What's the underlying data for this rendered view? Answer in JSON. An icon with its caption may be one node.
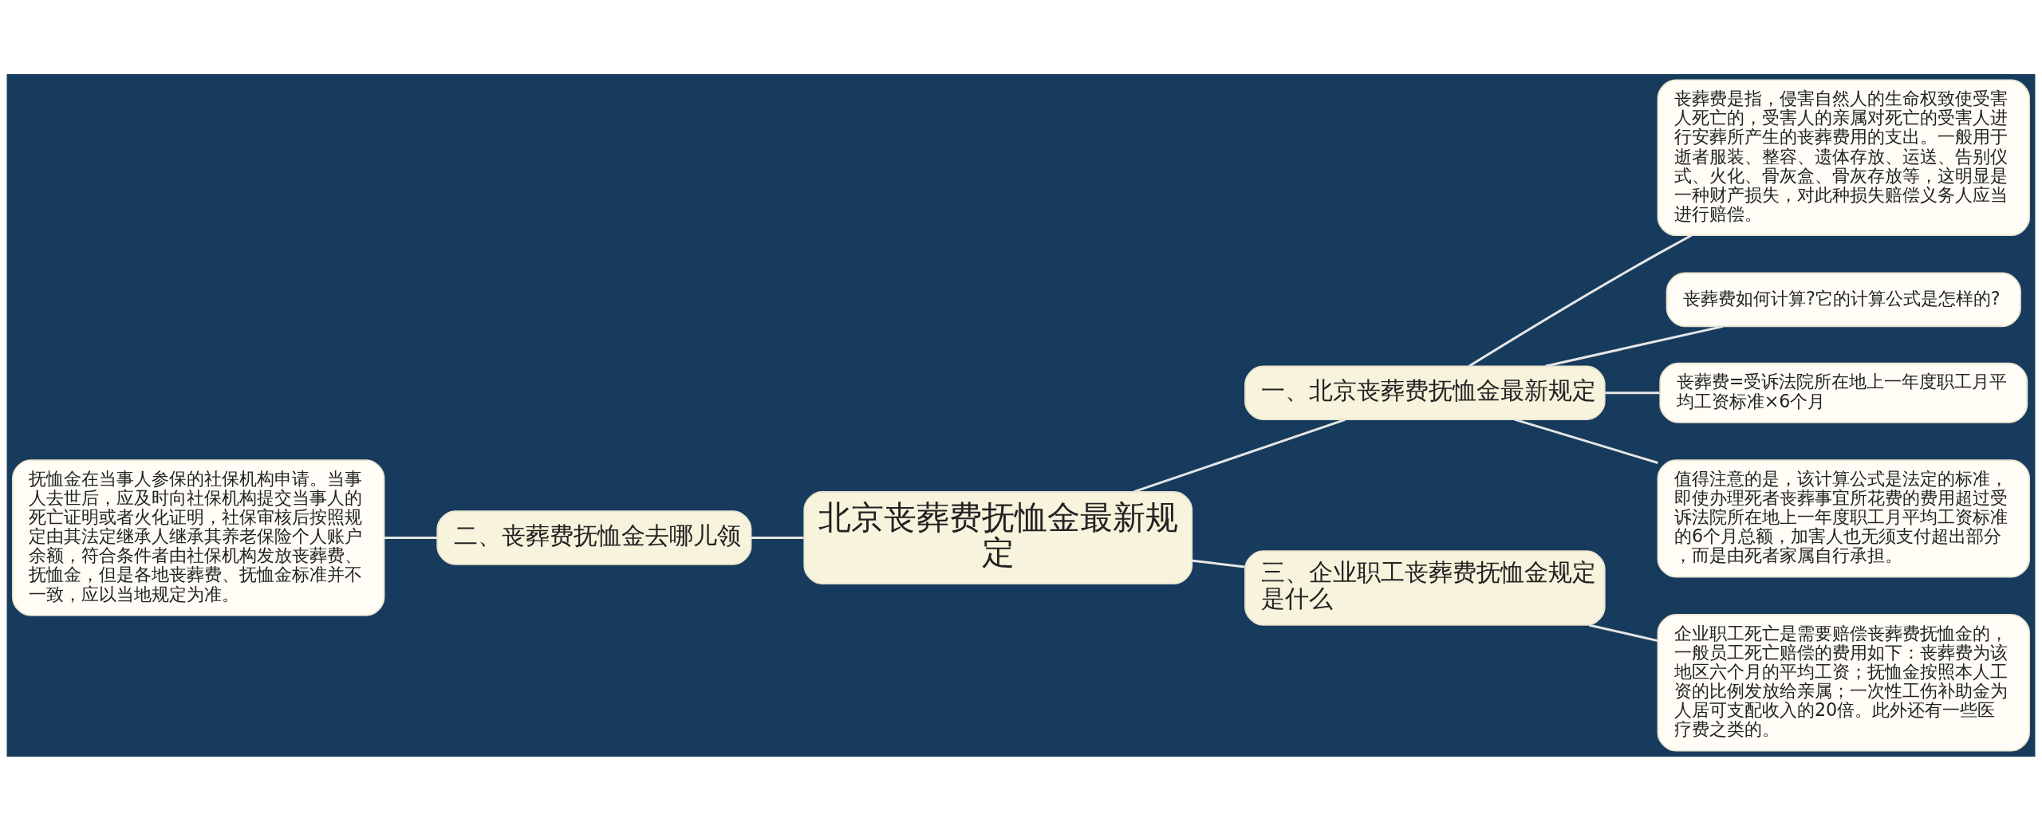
{
  "diagram": {
    "nodes": [
      {
        "text": [
          "北京丧葬费抚恤金最新规定"
        ]
      },
      {
        "text": [
          "一、北京丧葬费抚恤金最新规定"
        ]
      },
      {
        "text": [
          "丧葬费是指，侵害自然人的生命权致使受害人死亡的，受害人的亲属对死亡的受害人进行安葬所产生的丧葬费用的支出。一般用于逝者服装、整容、遗体存放、运送、告别仪式、火化、骨灰盒、骨灰存放等，这明显是一种财产损失，对此种损失赔偿义务人应当进行赔偿。"
        ]
      },
      {
        "text": [
          "丧葬费如何计算?它的计算公式是怎样的?"
        ]
      },
      {
        "text": [
          "丧葬费=受诉法院所在地上一年度职工月平均工资标准×6个月"
        ]
      },
      {
        "text": [
          "值得注意的是，该计算公式是法定的标准，即使办理死者丧葬事宜所花费的费用超过受诉法院所在地上一年度职工月平均工资标准的6个月总额，加害人也无须支付超出部分，而是由死者家属自行承担。"
        ]
      },
      {
        "text": [
          "二、丧葬费抚恤金去哪儿领"
        ]
      },
      {
        "text": [
          "抚恤金在当事人参保的社保机构申请。当事人去世后，应及时向社保机构提交当事人的死亡证明或者火化证明，社保审核后按照规定由其法定继承人继承其养老保险个人账户余额，符合条件者由社保机构发放丧葬费、抚恤金，但是各地丧葬费、抚恤金标准并不一致，应以当地规定为准。"
        ]
      },
      {
        "text": [
          "三、企业职工丧葬费抚恤金规定是什么"
        ]
      },
      {
        "text": [
          "企业职工死亡是需要赔偿丧葬费抚恤金的，一般员工死亡赔偿的费用如下：丧葬费为该地区六个月的平均工资；抚恤金按照本人工资的比例发放给亲属；一次性工伤补助金为人居可支配收入的20倍。此外还有一些医疗费之类的。"
        ]
      }
    ],
    "edges": [
      {
        "from": 0,
        "to": 1,
        "arrow": "none"
      },
      {
        "from": 1,
        "to": 2,
        "arrow": "none"
      },
      {
        "from": 1,
        "to": 3,
        "arrow": "none"
      },
      {
        "from": 1,
        "to": 4,
        "arrow": "none"
      },
      {
        "from": 1,
        "to": 5,
        "arrow": "none"
      },
      {
        "from": 6,
        "to": 0,
        "arrow": "none"
      },
      {
        "from": 7,
        "to": 6,
        "arrow": "none"
      },
      {
        "from": 0,
        "to": 8,
        "arrow": "none"
      },
      {
        "from": 8,
        "to": 9,
        "arrow": "none"
      }
    ]
  }
}
